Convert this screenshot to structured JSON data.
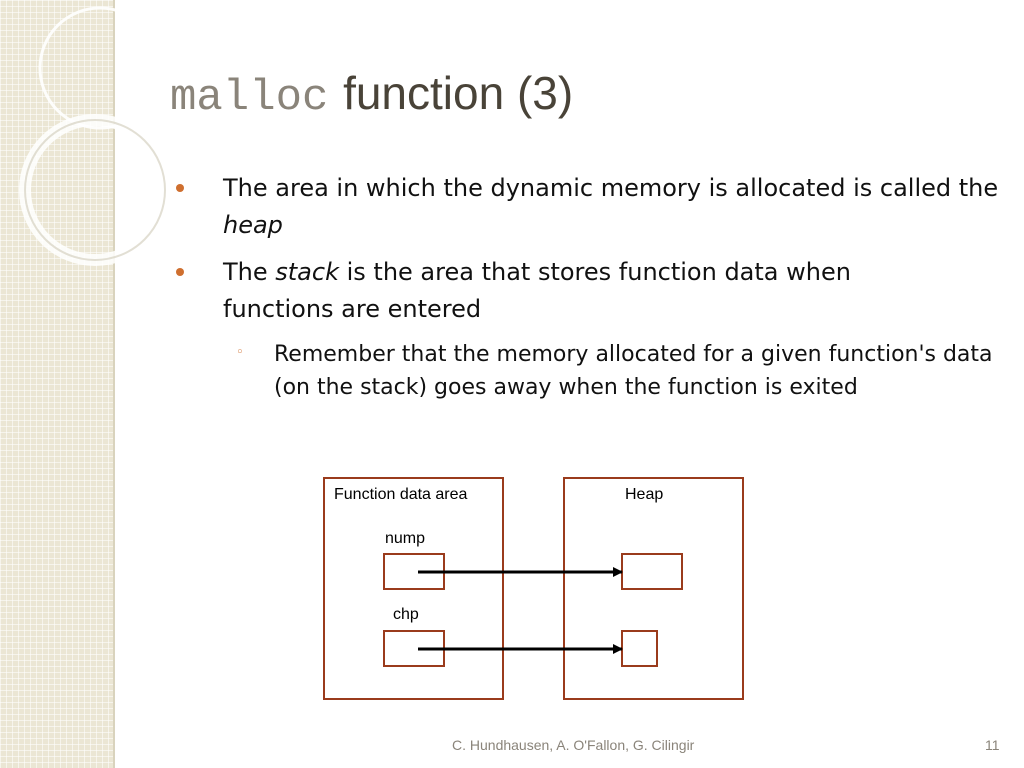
{
  "slide": {
    "title": {
      "code": "malloc",
      "text": "function (3)"
    },
    "bullets": [
      {
        "pre": "The area in which the dynamic memory is allocated is called the ",
        "em": "heap",
        "post": ""
      },
      {
        "pre": "The ",
        "em": "stack",
        "post": " is the area that stores function data when functions are entered"
      }
    ],
    "sub_bullet": "Remember that the memory allocated for a given function's data (on the stack) goes away when the function is exited",
    "diagram": {
      "left_label": "Function data area",
      "right_label": "Heap",
      "var1": "nump",
      "var2": "chp"
    },
    "footer": {
      "authors": "C. Hundhausen, A. O'Fallon, G. Cilingir",
      "page": "11"
    }
  },
  "colors": {
    "bullet": "#cf6f2f",
    "box_border": "#9a3b1c",
    "title": "#494338",
    "sidebar": "#ebe6d4"
  }
}
